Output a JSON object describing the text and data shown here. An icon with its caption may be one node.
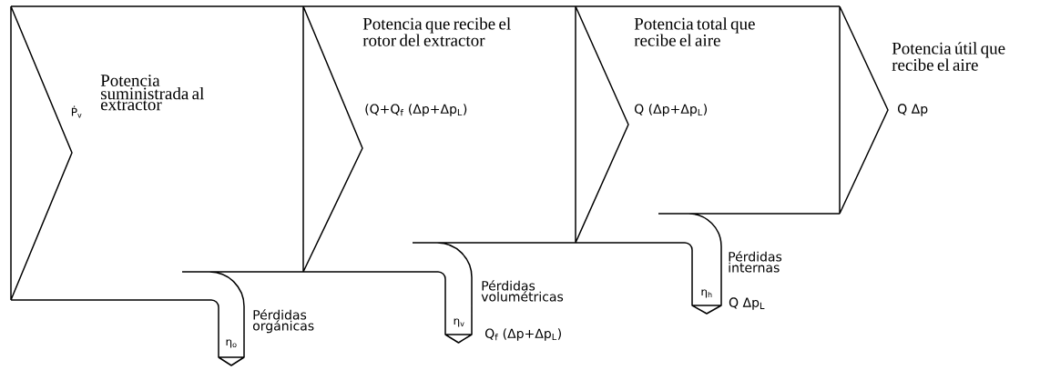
{
  "diagram": {
    "nodes": [
      {
        "text": [
          "Ṗ$_{v}$",
          "Potencia suministrada al extractor"
        ]
      },
      {
        "text": [
          "Potencia que recibe el rotor del extractor",
          "(Q+Q$_{f}$ (Δp+Δp$_{L}$)"
        ]
      },
      {
        "text": [
          "Potencia total que recibe el aire",
          "Q (Δp+Δp$_{L}$)"
        ]
      },
      {
        "text": [
          "Potencia útil que recibe el aire",
          "Q Δp"
        ]
      },
      {
        "text": [
          "η$_{o}$"
        ],
        "beside": [
          "Pérdidas orgánicas"
        ]
      },
      {
        "text": [
          "η$_{v}$"
        ],
        "beside": [
          "Pérdidas volumétricas",
          "Q$_{f}$ (Δp+Δp$_{L}$)"
        ]
      },
      {
        "text": [
          "η$_{h}$"
        ],
        "beside": [
          "Pérdidas internas",
          "Q Δp$_{L}$"
        ]
      }
    ]
  }
}
